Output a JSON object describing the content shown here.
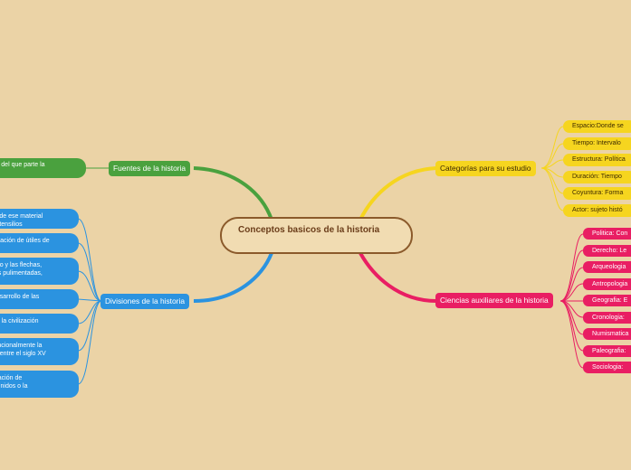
{
  "central": {
    "title": "Conceptos basicos de la historia"
  },
  "branches": {
    "fuentes": {
      "label": "Fuentes de la historia",
      "children": [
        "a y del que parte la"
      ]
    },
    "divisiones": {
      "label": "Divisiones de la historia",
      "children": [
        "so de ese material\ns utensilios",
        "poración de útiles de\na.",
        "arco y las flechas,\nhas pulimentadas,",
        " desarrollo de las",
        " de la civilización",
        "vencionalmente la\ndo entre el siglo XV",
        "laración de\ns Unidos o la"
      ]
    },
    "categorias": {
      "label": "Categorías para su estudio",
      "children": [
        "Espacio:Donde se",
        "Tiempo: Intervalo",
        "Estructura: Política",
        "Duración: Tiempo",
        "Coyuntura: Forma",
        "Actor: sujeto histó"
      ]
    },
    "ciencias": {
      "label": "Ciencias auxiliares de la historia",
      "children": [
        "Politica: Con",
        "Derecho: Le",
        "Arqueologia",
        "Antropologia",
        "Geografia: E",
        "Cronologia:",
        "Numismatica",
        "Paleografia:",
        "Sociologia:"
      ]
    }
  },
  "colors": {
    "background": "#ebd3a6",
    "central_border": "#8b5a2b",
    "yellow": "#f6d51f",
    "green": "#4aa13e",
    "blue": "#2b93e0",
    "pink": "#e91e63"
  }
}
